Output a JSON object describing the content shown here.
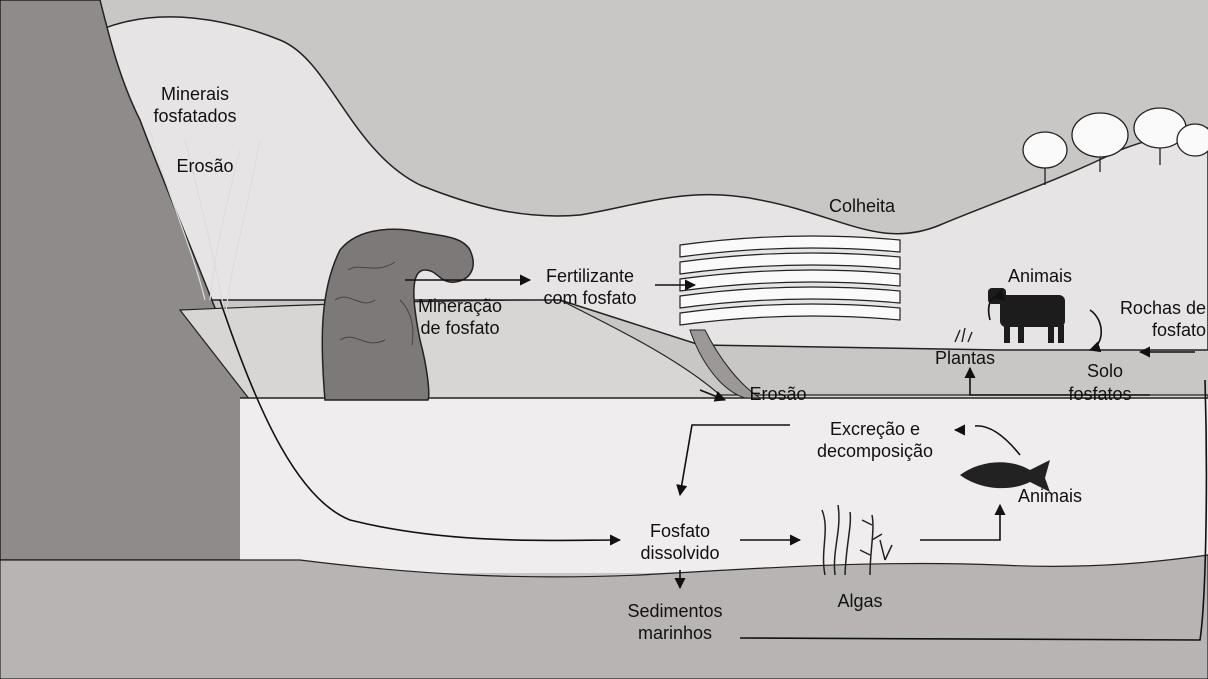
{
  "diagram": {
    "labels": {
      "minerais": "Minerais\nfosfatados",
      "erosao_top": "Erosão",
      "colheita": "Colheita",
      "fertilizante": "Fertilizante\ncom fosfato",
      "mineracao": "Mineração\nde fosfato",
      "animais_land": "Animais",
      "rochas": "Rochas de\nfosfato",
      "plantas": "Plantas",
      "solo": "Solo",
      "erosao_mid": "Erosão",
      "fosfatos": "fosfatos",
      "excrecao": "Excreção e\ndecomposição",
      "animais_water": "Animais",
      "fosfato_dissolvido": "Fosfato\ndissolvido",
      "algas": "Algas",
      "sedimentos": "Sedimentos\nmarinhos"
    },
    "colors": {
      "background": "#c9c6c6",
      "mountain": "#8d8a8a",
      "land": "#e8e6e6",
      "ocean": "#f2f0f0",
      "seabed": "#b7b3b3",
      "ink": "#111111"
    }
  }
}
